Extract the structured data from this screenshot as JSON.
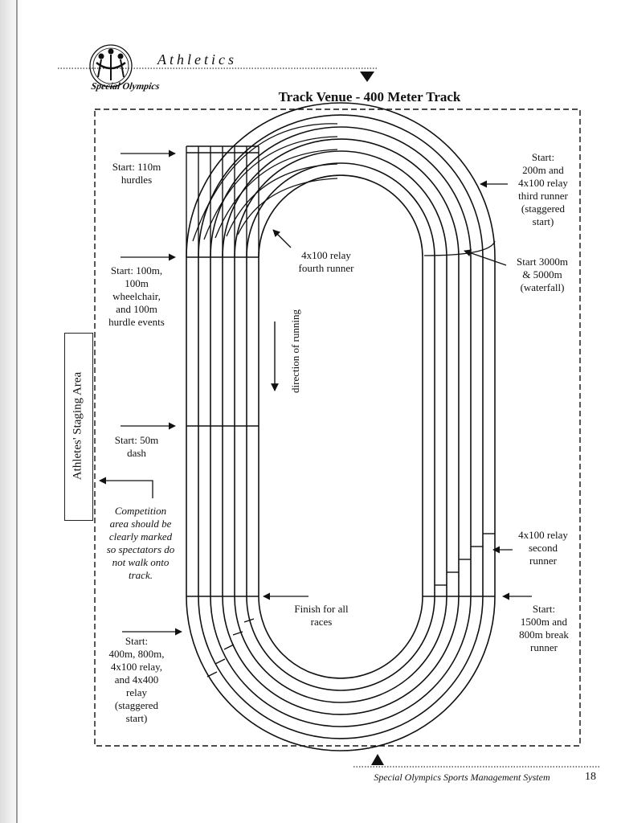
{
  "header": {
    "section_title": "Athletics",
    "logo_wordmark": "Special Olympics"
  },
  "diagram": {
    "title": "Track Venue - 400 Meter Track",
    "staging_area": "Athletes' Staging Area",
    "direction": "direction of running",
    "labels": {
      "start_110m_hurdles": "Start: 110m\nhurdles",
      "start_100m": "Start: 100m,\n100m\nwheelchair,\nand 100m\nhurdle events",
      "start_50m": "Start: 50m\ndash",
      "competition_note": "Competition\narea should be\nclearly marked\nso spectators do\nnot walk onto\ntrack.",
      "start_400m": "Start:\n400m, 800m,\n4x100 relay,\nand 4x400\nrelay\n(staggered\nstart)",
      "start_200m": "Start:\n200m and\n4x100 relay\nthird runner\n(staggered\nstart)",
      "relay_fourth": "4x100 relay\nfourth runner",
      "start_3000m": "Start 3000m\n& 5000m\n(waterfall)",
      "relay_second": "4x100 relay\nsecond\nrunner",
      "start_1500m": "Start:\n1500m and\n800m break\nrunner",
      "finish": "Finish for all\nraces"
    }
  },
  "footer": {
    "system_name": "Special Olympics Sports Management System",
    "page_number": "18"
  }
}
